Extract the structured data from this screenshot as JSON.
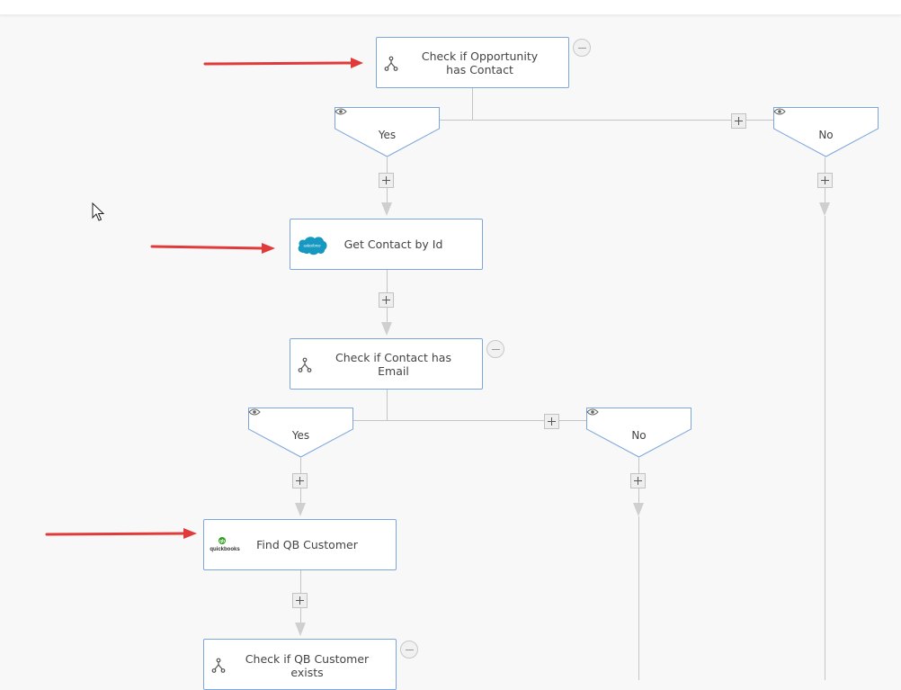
{
  "nodes": {
    "check_opportunity": {
      "label": "Check if Opportunity has Contact",
      "icon": "branch-icon"
    },
    "get_contact": {
      "label": "Get Contact by Id",
      "icon": "salesforce-logo",
      "logo_text": "salesforce"
    },
    "check_email": {
      "label": "Check if Contact has Email",
      "icon": "branch-icon"
    },
    "find_qb": {
      "label": "Find QB Customer",
      "icon": "quickbooks-logo",
      "logo_text": "quickbooks"
    },
    "check_qb_exists": {
      "label": "Check if QB Customer exists",
      "icon": "branch-icon"
    }
  },
  "branches": {
    "opportunity_yes": "Yes",
    "opportunity_no": "No",
    "email_yes": "Yes",
    "email_no": "No"
  },
  "colors": {
    "node_border": "#7ba6dc",
    "connector": "#c4c4c4",
    "annotation_arrow": "#e03a3a",
    "salesforce": "#1798c1",
    "quickbooks": "#2ca01c"
  },
  "icons": [
    "branch-icon",
    "eye-icon",
    "plus-icon",
    "minus-icon",
    "salesforce-logo",
    "quickbooks-logo",
    "cursor-pointer-icon",
    "red-annotation-arrow"
  ]
}
